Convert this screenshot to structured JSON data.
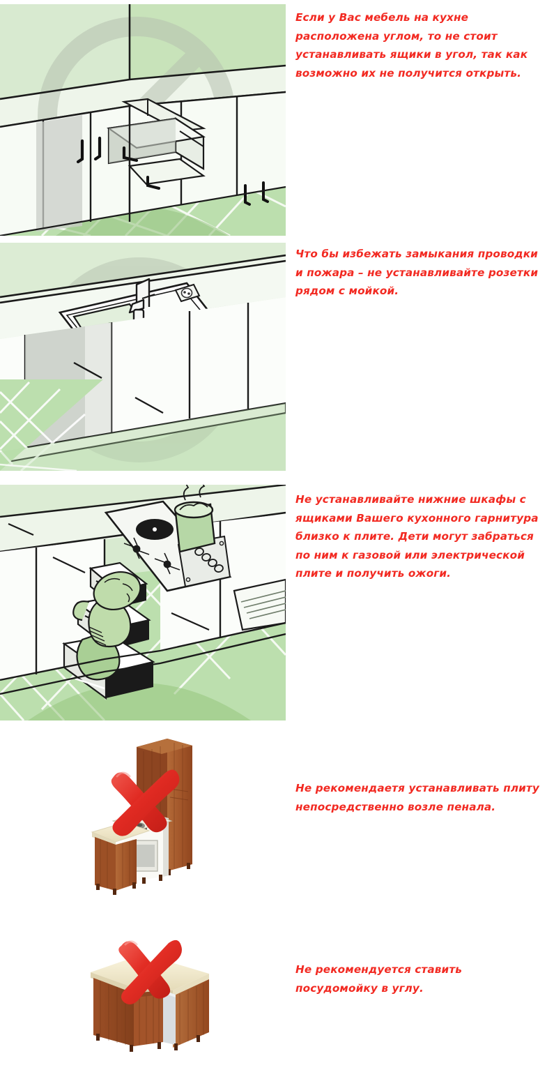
{
  "document": {
    "title": "Рекомендации по установке кухонной мебели",
    "language": "ru",
    "background_color": "#ffffff",
    "text_color": "#f22a22"
  },
  "palette": {
    "wall_green": "#d8ead0",
    "wall_green_dark": "#c3e0b4",
    "counter_light": "#eef5ea",
    "floor_green": "#9ccd86",
    "floor_grout": "#ffffff",
    "prohibition_gray": "#b9c3b4",
    "outline_black": "#1a1a1a",
    "cabinet_white": "#ffffff",
    "wood_brown": "#a3542a",
    "wood_brown_dark": "#7d3f1e",
    "counter_cream": "#f3eccd",
    "x_red": "#e8302a",
    "caption_red": "#f22a22",
    "steel_gray": "#b0b6b8"
  },
  "sections": [
    {
      "id": "section-1",
      "illustration": {
        "name": "corner-drawer-illustration",
        "scene": "corner kitchen cabinets with an open drawer blocked by the corner",
        "prohibition_sign": true,
        "elements": [
          "corner-wall",
          "countertop",
          "open-drawer",
          "cabinet-doors",
          "handles",
          "tiled-floor"
        ]
      },
      "caption": "Если у Вас мебель на кухне расположена углом, то не стоит устанавливать ящики в угол, так как возможно их не получится открыть."
    },
    {
      "id": "section-2",
      "illustration": {
        "name": "sink-socket-illustration",
        "scene": "kitchen sink with faucet and an electrical socket mounted beside it",
        "prohibition_sign": true,
        "elements": [
          "sink-basin",
          "second-basin",
          "faucet",
          "drainer-board",
          "power-socket",
          "base-cabinets",
          "tiled-floor"
        ]
      },
      "caption": "Что бы избежать замыкания проводки и пожара – не устанавливайте розетки рядом с мойкой."
    },
    {
      "id": "section-3",
      "illustration": {
        "name": "child-climbing-drawers-illustration",
        "scene": "child climbing open drawers up to a hob with a boiling pot",
        "prohibition_sign": true,
        "elements": [
          "hob",
          "boiling-pot",
          "steam",
          "control-knobs",
          "open-drawers",
          "child",
          "base-cabinets",
          "drainer",
          "tiled-floor"
        ]
      },
      "caption": "Не устанавливайте нижние шкафы с ящиками Вашего кухонного гарнитура близко к плите. Дети могут забраться по ним к газовой или электрической плите и получить ожоги."
    },
    {
      "id": "section-4",
      "illustration": {
        "name": "stove-next-to-tall-cabinet-illustration",
        "scene": "gas stove placed directly next to a tall pantry cabinet, marked with a red cross",
        "prohibition_sign": false,
        "red_cross": true,
        "elements": [
          "tall-pantry-cabinet",
          "gas-stove",
          "oven-door",
          "cooktop-burners",
          "control-knobs",
          "base-cabinet",
          "countertop",
          "legs",
          "red-x-mark"
        ]
      },
      "caption": "Не рекомендаетя устанавливать плиту непосредственно возле пенала."
    },
    {
      "id": "section-5",
      "illustration": {
        "name": "corner-dishwasher-illustration",
        "scene": "dishwasher installed in a corner so its door collides with adjacent cabinet, marked with a red cross",
        "prohibition_sign": false,
        "red_cross": true,
        "elements": [
          "corner-base-cabinets",
          "countertop",
          "dishwasher",
          "open-dishwasher-door",
          "legs",
          "red-x-mark"
        ]
      },
      "caption": "Не рекомендуется ставить посудомойку в углу."
    }
  ]
}
